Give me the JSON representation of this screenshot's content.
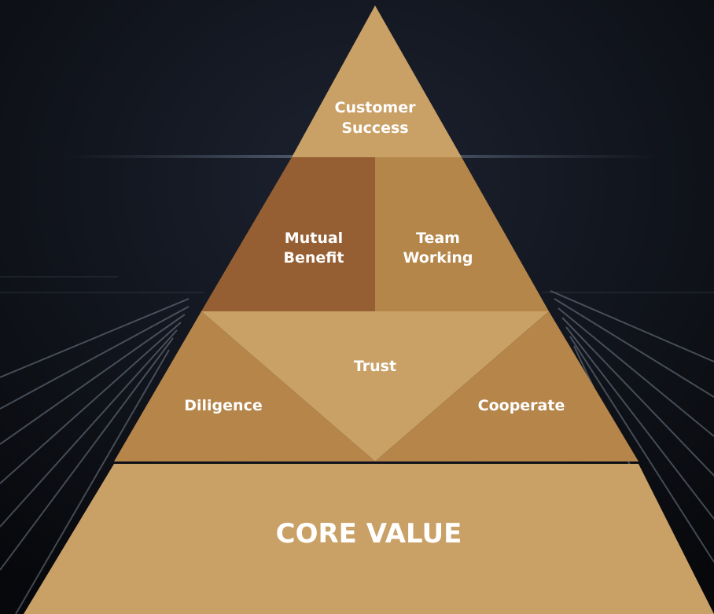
{
  "diagram": {
    "type": "pyramid",
    "tiers": {
      "top": {
        "line1": "Customer",
        "line2": "Success"
      },
      "second": {
        "left": {
          "line1": "Mutual",
          "line2": "Benefit"
        },
        "right": {
          "line1": "Team",
          "line2": "Working"
        }
      },
      "third": {
        "left": "Diligence",
        "center": "Trust",
        "right": "Cooperate"
      },
      "base": "CORE VALUE"
    },
    "colors": {
      "top": "#c9a066",
      "second_left": "#965f33",
      "second_right": "#b5864a",
      "third_sides": "#b5854a",
      "third_center": "#c9a066",
      "base": "#c9a066",
      "background": "#0d0f14"
    }
  }
}
